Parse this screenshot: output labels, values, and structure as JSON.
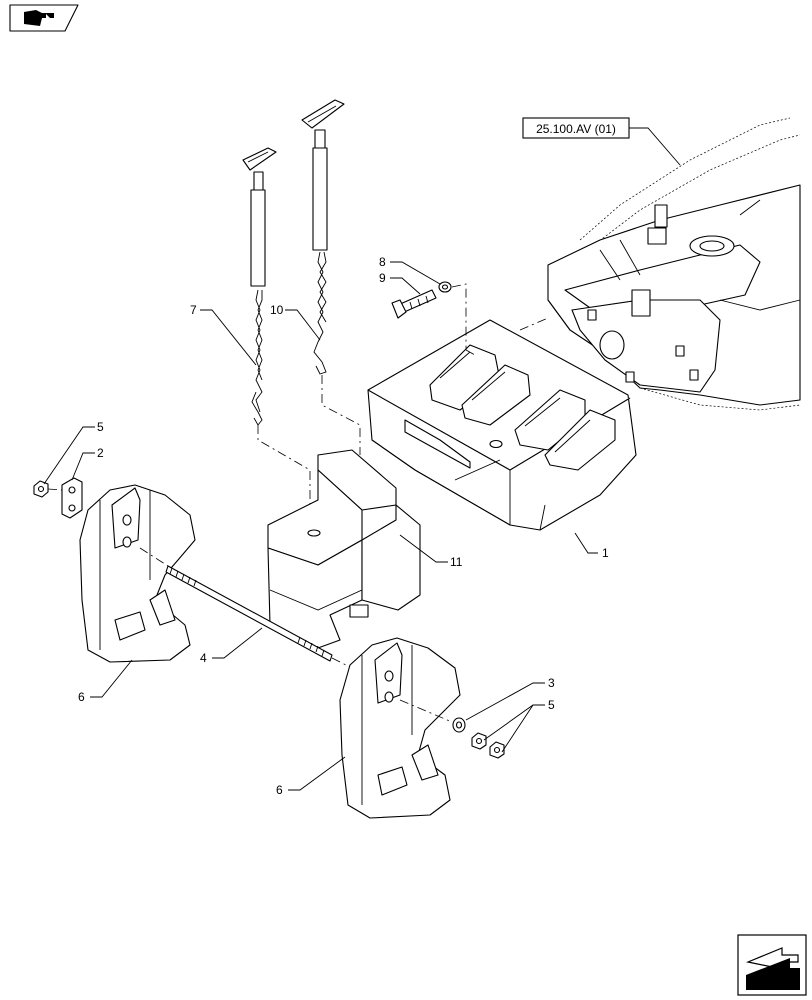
{
  "reference_label": "25.100.AV (01)",
  "callouts": {
    "c1": "1",
    "c2": "2",
    "c3": "3",
    "c4": "4",
    "c5a": "5",
    "c5b": "5",
    "c6a": "6",
    "c6b": "6",
    "c7": "7",
    "c8": "8",
    "c9": "9",
    "c10": "10",
    "c11": "11"
  },
  "icons": {
    "top_left": "book-arrow-icon",
    "bottom_right": "next-page-arrow-icon"
  }
}
